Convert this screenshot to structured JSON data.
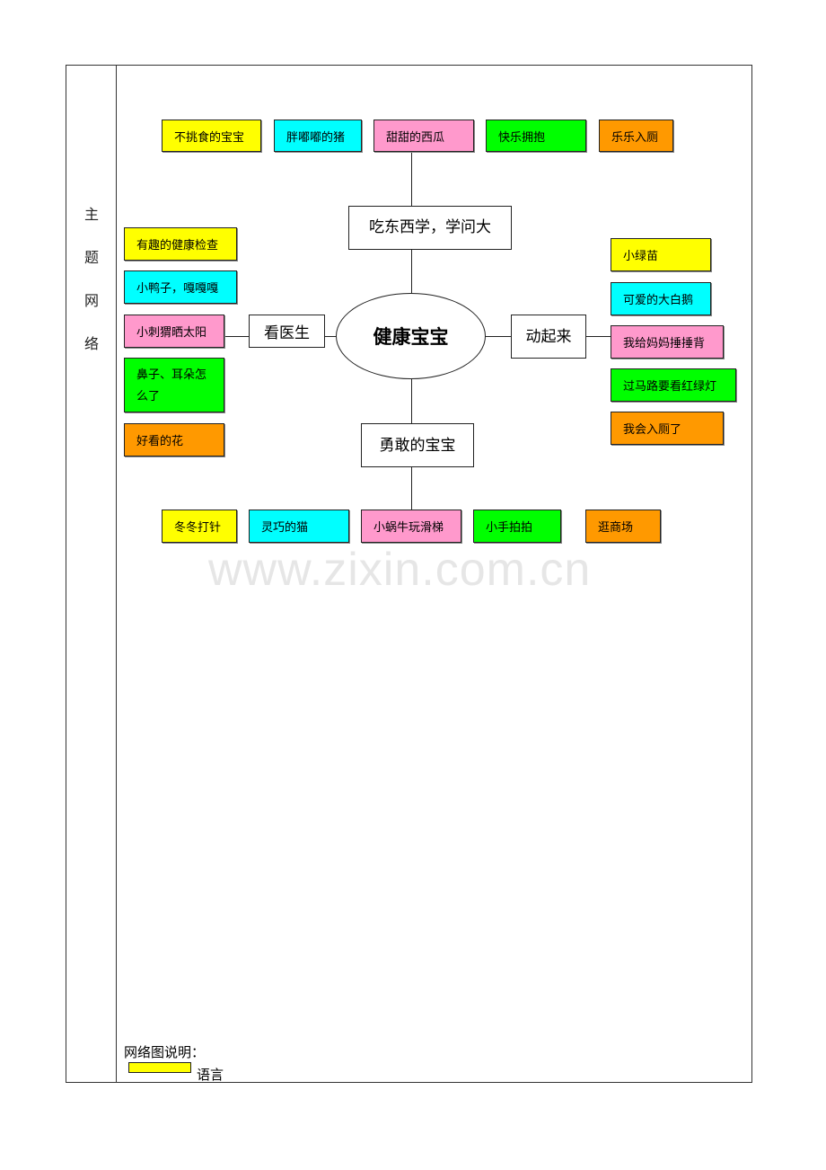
{
  "side_label": [
    "主",
    "题",
    "网",
    "络"
  ],
  "center": "健康宝宝",
  "branches": {
    "top": {
      "label": "吃东西学，学问大",
      "items": [
        "不挑食的宝宝",
        "胖嘟嘟的猪",
        "甜甜的西瓜",
        "快乐拥抱",
        "乐乐入厕"
      ]
    },
    "left": {
      "label": "看医生",
      "items": [
        "有趣的健康检查",
        "小鸭子，嘎嘎嘎",
        "小刺猬晒太阳",
        "鼻子、耳朵怎么了",
        "好看的花"
      ]
    },
    "right": {
      "label": "动起来",
      "items": [
        "小绿苗",
        "可爱的大白鹅",
        "我给妈妈捶捶背",
        "过马路要看红绿灯",
        "我会入厕了"
      ]
    },
    "bottom": {
      "label": "勇敢的宝宝",
      "items": [
        "冬冬打针",
        "灵巧的猫",
        "小蜗牛玩滑梯",
        "小手拍拍",
        "逛商场"
      ]
    }
  },
  "colors": {
    "yellow": "#ffff00",
    "cyan": "#00ffff",
    "pink": "#ff99cc",
    "green": "#00ff00",
    "orange": "#ff9900"
  },
  "legend": {
    "title": "网络图说明：",
    "items": [
      {
        "color": "#ffff00",
        "label": "语言"
      }
    ]
  },
  "watermark": "www.zixin.com.cn"
}
